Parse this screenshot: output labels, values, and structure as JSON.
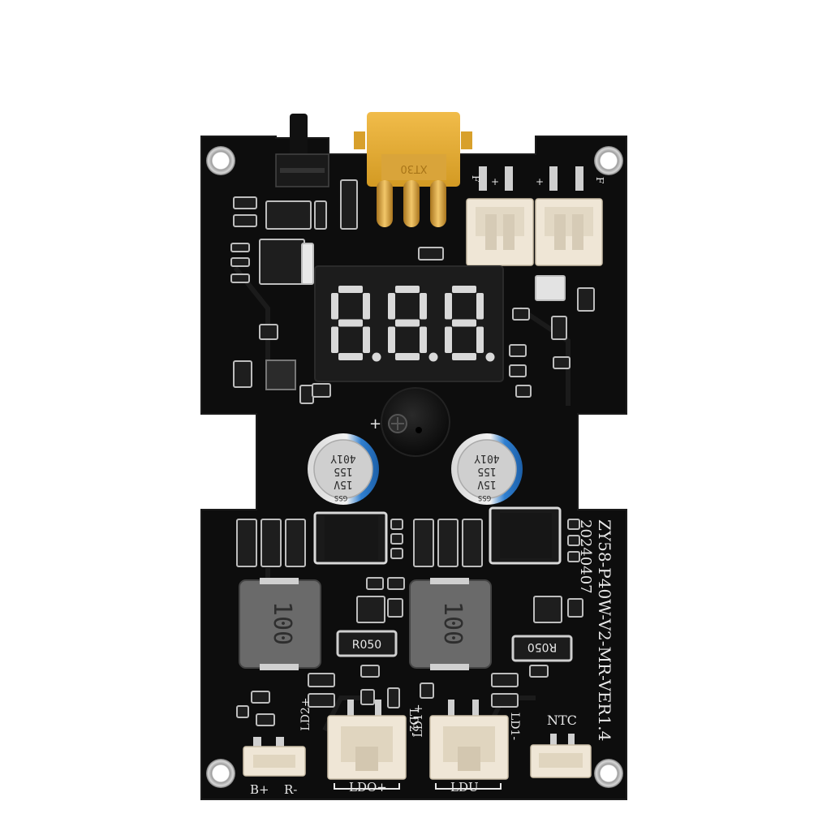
{
  "board": {
    "model": "ZY58-P40W-V2-MR-VER1.4",
    "date": "20240407",
    "display_value": "8.8.8."
  },
  "labels": {
    "b_plus": "B+",
    "r_minus": "R-",
    "ld2_plus": "LD2+",
    "ld2_minus": "LD2-",
    "ld1_plus": "LD1+",
    "ld1_minus": "LD1-",
    "ldo_plus": "LDO+",
    "ldu": "LDU",
    "ntc": "NTC",
    "plus_mark": "+",
    "fan_plus_1": "+",
    "fan_f_1": "F",
    "fan_f_2": "F",
    "fan_plus_2": "+"
  },
  "components": {
    "inductor_left": "100",
    "inductor_right": "100",
    "shunt_left": "R050",
    "shunt_right": "R050",
    "cap_left_top": "15V",
    "cap_left_mid": "155",
    "cap_left_bot": "401Y",
    "cap_left_code": "GSS",
    "cap_right_top": "15V",
    "cap_right_mid": "155",
    "cap_right_bot": "401Y",
    "cap_right_code": "GSS",
    "connector_xt30": "XT30"
  },
  "colors": {
    "pcb": "#0d0d0d",
    "connector_yellow": "#e5a933",
    "capacitor_blue": "#2f7fd0",
    "jst_white": "#efe6d6",
    "inductor_gray": "#6a6a6a",
    "display_face": "#1c1c1c",
    "segment_lit": "#d9d9d9"
  }
}
